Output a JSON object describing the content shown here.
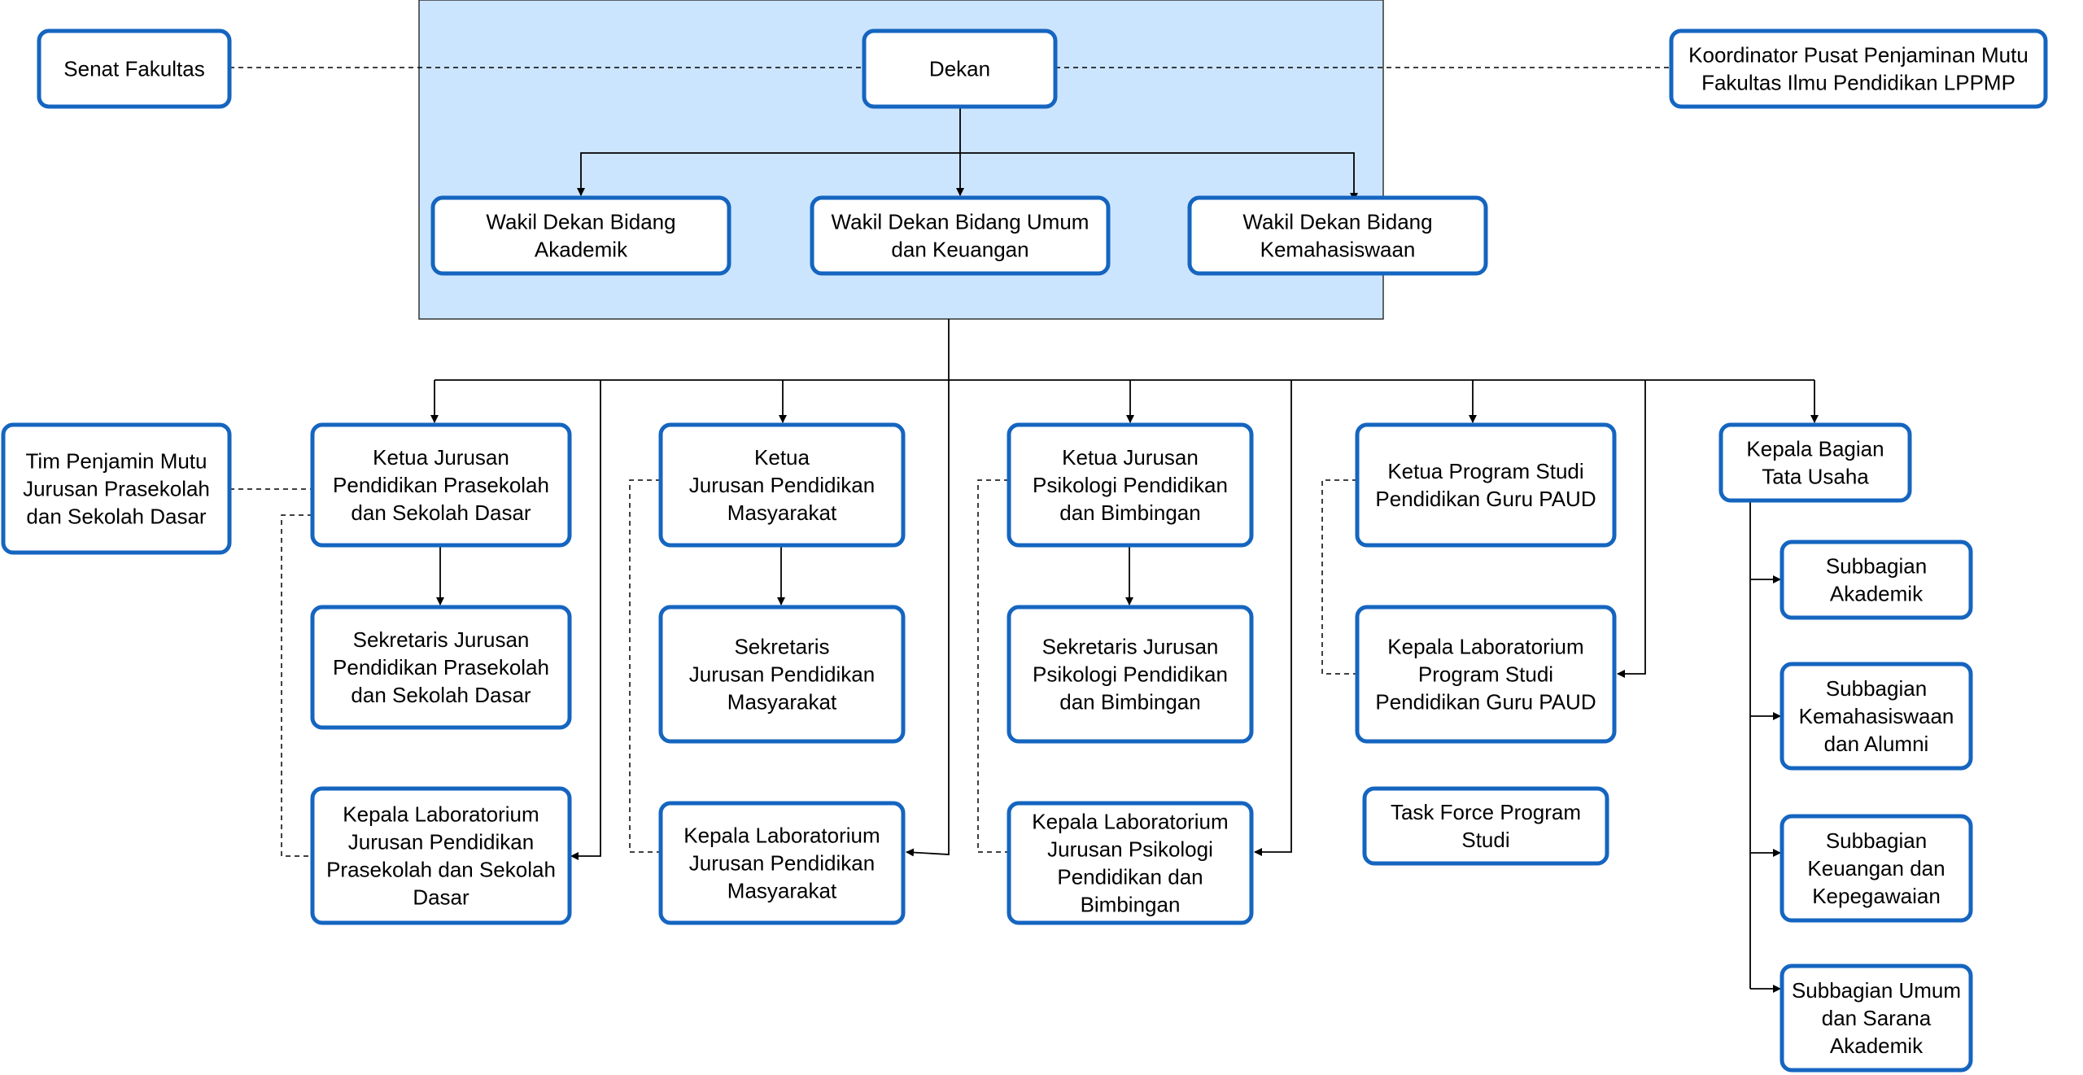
{
  "colors": {
    "node_border": "#1565c0",
    "node_fill": "#ffffff",
    "group_fill": "#cce5ff",
    "group_border": "#333333",
    "line": "#000000"
  },
  "nodes": {
    "senat": [
      "Senat Fakultas"
    ],
    "dekan": [
      "Dekan"
    ],
    "koordinator": [
      "Koordinator Pusat Penjaminan Mutu",
      "Fakultas Ilmu Pendidikan LPPMP"
    ],
    "wd_akademik": [
      "Wakil Dekan Bidang",
      "Akademik"
    ],
    "wd_umum": [
      "Wakil Dekan Bidang Umum",
      "dan Keuangan"
    ],
    "wd_kemahasiswaan": [
      "Wakil Dekan Bidang",
      "Kemahasiswaan"
    ],
    "tim_penjamin": [
      "Tim Penjamin Mutu",
      "Jurusan Prasekolah",
      "dan Sekolah Dasar"
    ],
    "ketua_pps": [
      "Ketua Jurusan",
      "Pendidikan Prasekolah",
      "dan Sekolah Dasar"
    ],
    "sek_pps": [
      "Sekretaris Jurusan",
      "Pendidikan Prasekolah",
      "dan Sekolah Dasar"
    ],
    "lab_pps": [
      "Kepala Laboratorium",
      "Jurusan Pendidikan",
      "Prasekolah dan Sekolah",
      "Dasar"
    ],
    "ketua_pm": [
      "Ketua",
      "Jurusan Pendidikan",
      "Masyarakat"
    ],
    "sek_pm": [
      "Sekretaris",
      "Jurusan Pendidikan",
      "Masyarakat"
    ],
    "lab_pm": [
      "Kepala Laboratorium",
      "Jurusan Pendidikan",
      "Masyarakat"
    ],
    "ketua_ppb": [
      "Ketua Jurusan",
      "Psikologi Pendidikan",
      "dan Bimbingan"
    ],
    "sek_ppb": [
      "Sekretaris Jurusan",
      "Psikologi Pendidikan",
      "dan Bimbingan"
    ],
    "lab_ppb": [
      "Kepala Laboratorium",
      "Jurusan Psikologi",
      "Pendidikan dan",
      "Bimbingan"
    ],
    "ketua_paud": [
      "Ketua Program Studi",
      "Pendidikan Guru PAUD"
    ],
    "lab_paud": [
      "Kepala Laboratorium",
      "Program Studi",
      "Pendidikan Guru PAUD"
    ],
    "taskforce": [
      "Task Force Program",
      "Studi"
    ],
    "kabag": [
      "Kepala Bagian",
      "Tata Usaha"
    ],
    "sub_akademik": [
      "Subbagian",
      "Akademik"
    ],
    "sub_kemahasiswaan": [
      "Subbagian",
      "Kemahasiswaan",
      "dan Alumni"
    ],
    "sub_keuangan": [
      "Subbagian",
      "Keuangan dan",
      "Kepegawaian"
    ],
    "sub_umum": [
      "Subbagian Umum",
      "dan Sarana",
      "Akademik"
    ]
  }
}
